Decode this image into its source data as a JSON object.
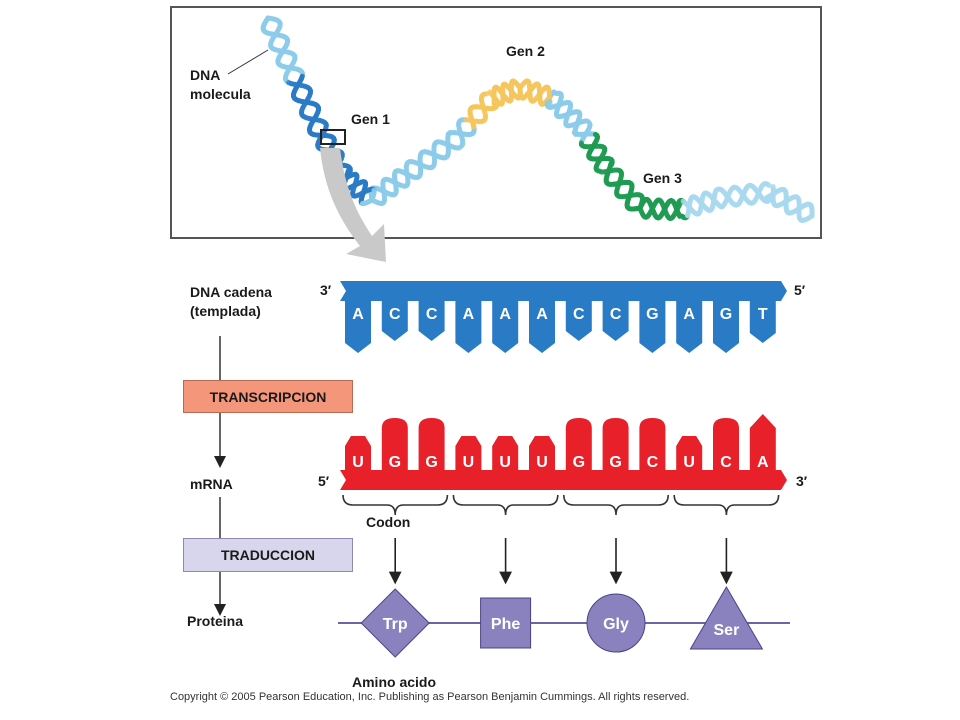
{
  "labels": {
    "dna_molecule_line1": "DNA",
    "dna_molecule_line2": "molecula",
    "gene1": "Gen 1",
    "gene2": "Gen 2",
    "gene3": "Gen 3",
    "dna_strand_line1": "DNA cadena",
    "dna_strand_line2": "(templada)",
    "transcription": "TRANSCRIPCION",
    "mrna": "mRNA",
    "translation": "TRADUCCION",
    "protein": "Proteina",
    "codon": "Codon",
    "amino_acid": "Amino acido",
    "dna_end_left": "3′",
    "dna_end_right": "5′",
    "mrna_end_left": "5′",
    "mrna_end_right": "3′"
  },
  "dna_bases": [
    "A",
    "C",
    "C",
    "A",
    "A",
    "A",
    "C",
    "C",
    "G",
    "A",
    "G",
    "T"
  ],
  "mrna_bases": [
    "U",
    "G",
    "G",
    "U",
    "U",
    "U",
    "G",
    "G",
    "C",
    "U",
    "C",
    "A"
  ],
  "amino_acids": [
    {
      "name": "Trp",
      "shape": "diamond"
    },
    {
      "name": "Phe",
      "shape": "square"
    },
    {
      "name": "Gly",
      "shape": "circle"
    },
    {
      "name": "Ser",
      "shape": "triangle"
    }
  ],
  "colors": {
    "dna_blue": "#2a7bc6",
    "mrna_red": "#e8202a",
    "protein_purple": "#8a82bf",
    "transcription_box": "#f4967a",
    "translation_box": "#d8d6ec",
    "gene2_yellow": "#f6c65e",
    "gene3_green": "#1f9b52"
  },
  "copyright": "Copyright © 2005 Pearson Education, Inc. Publishing as Pearson Benjamin Cummings. All rights reserved."
}
